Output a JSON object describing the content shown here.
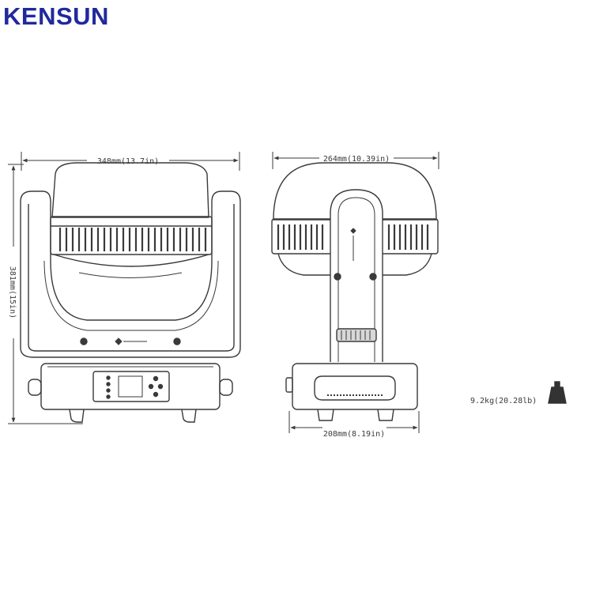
{
  "brand": {
    "name": "KENSUN",
    "color": "#1f2a9c"
  },
  "line_color": "#3a3a3a",
  "front_view": {
    "width_label": "348mm(13.7in)",
    "height_label": "381mm(15in)",
    "icons": [
      "lens-head-icon",
      "yoke-icon",
      "control-panel-icon",
      "base-icon"
    ]
  },
  "side_view": {
    "head_depth_label": "264mm(10.39in)",
    "base_depth_label": "208mm(8.19in)",
    "icons": [
      "lens-head-side-icon",
      "yoke-arm-icon",
      "tilt-knob-icon",
      "base-side-icon"
    ]
  },
  "weight": {
    "label": "9.2kg(20.28lb)",
    "icon": "weight-icon"
  }
}
